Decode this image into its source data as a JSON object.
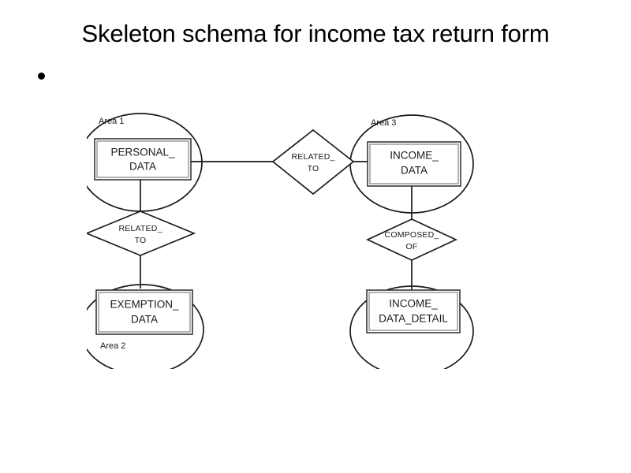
{
  "slide": {
    "title": "Skeleton schema for income tax return form",
    "bullet_text": "",
    "bullet_glyph": "bullet-dot"
  },
  "diagram": {
    "type": "er-diagram",
    "caption": "Skeleton schema for income tax return form",
    "areas": [
      {
        "id": "area1",
        "label": "Area 1",
        "entity": "PERSONAL_DATA",
        "entity_line1": "PERSONAL_",
        "entity_line2": "DATA",
        "label_position": "inside-top-left"
      },
      {
        "id": "area2",
        "label": "Area 2",
        "entity": "EXEMPTION_DATA",
        "entity_line1": "EXEMPTION_",
        "entity_line2": "DATA",
        "label_position": "inside-bottom-left"
      },
      {
        "id": "area3",
        "label": "Area 3",
        "entity": "INCOME_DATA",
        "entity_line1": "INCOME_",
        "entity_line2": "DATA",
        "label_position": "inside-top-left"
      },
      {
        "id": "area4",
        "label": "",
        "entity": "INCOME_DATA_DETAIL",
        "entity_line1": "INCOME_",
        "entity_line2": "DATA_DETAIL",
        "label_position": "none"
      }
    ],
    "relationships": [
      {
        "id": "rel1",
        "label": "RELATED_TO",
        "line1": "RELATED_",
        "line2": "TO",
        "from": "PERSONAL_DATA",
        "to": "INCOME_DATA"
      },
      {
        "id": "rel2",
        "label": "RELATED_TO",
        "line1": "RELATED_",
        "line2": "TO",
        "from": "PERSONAL_DATA",
        "to": "EXEMPTION_DATA"
      },
      {
        "id": "rel3",
        "label": "COMPOSED_OF",
        "line1": "COMPOSED_",
        "line2": "OF",
        "from": "INCOME_DATA",
        "to": "INCOME_DATA_DETAIL"
      }
    ],
    "colors": {
      "background": "#ffffff",
      "stroke": "#1a1a1a",
      "text": "#000000"
    }
  }
}
